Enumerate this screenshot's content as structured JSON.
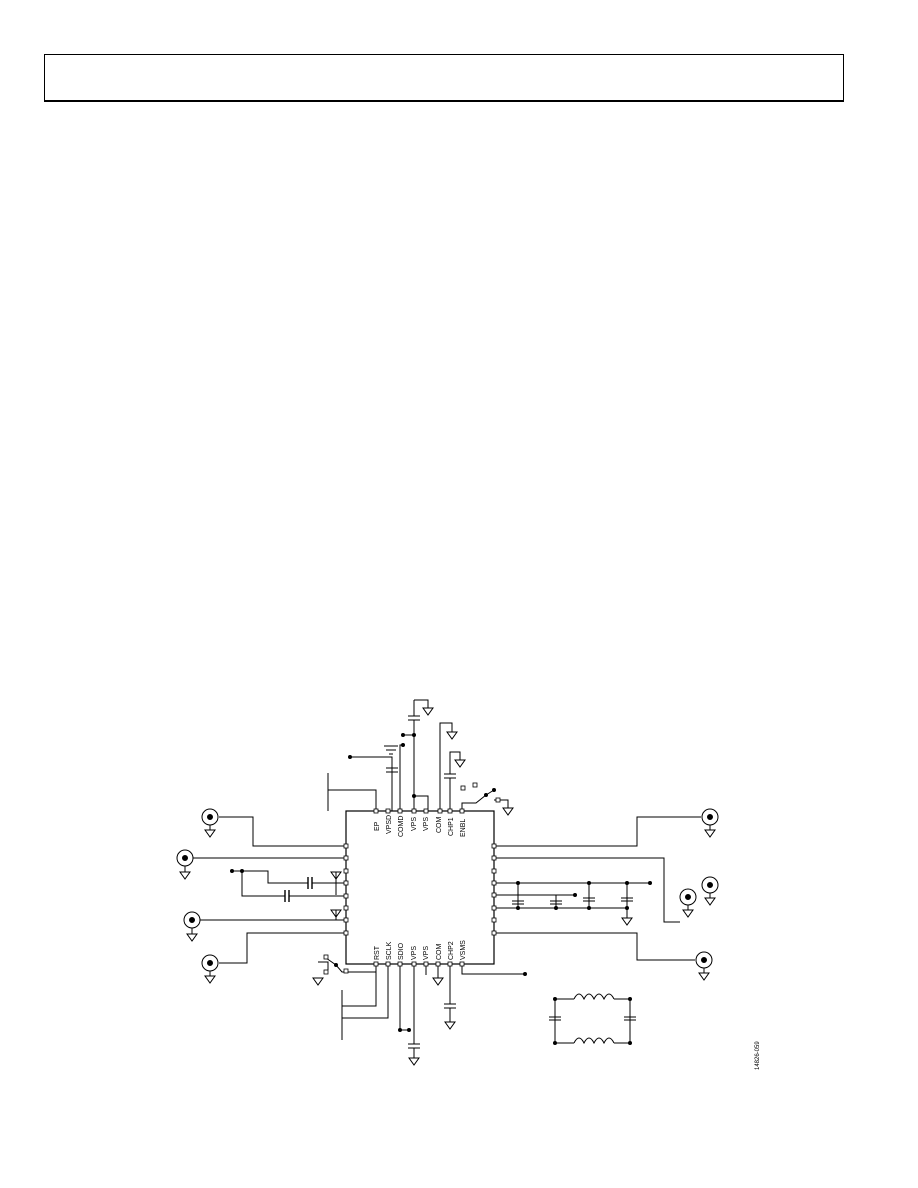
{
  "schematic": {
    "top_pins": [
      "EP",
      "VPSD",
      "COMD",
      "VPS",
      "VPS",
      "COM",
      "CHP1",
      "ENBL"
    ],
    "bottom_pins": [
      "RST",
      "SCLK",
      "SDIO",
      "VPS",
      "VPS",
      "COM",
      "CHP2",
      "VSMS"
    ],
    "figure_code": "14826-059"
  }
}
